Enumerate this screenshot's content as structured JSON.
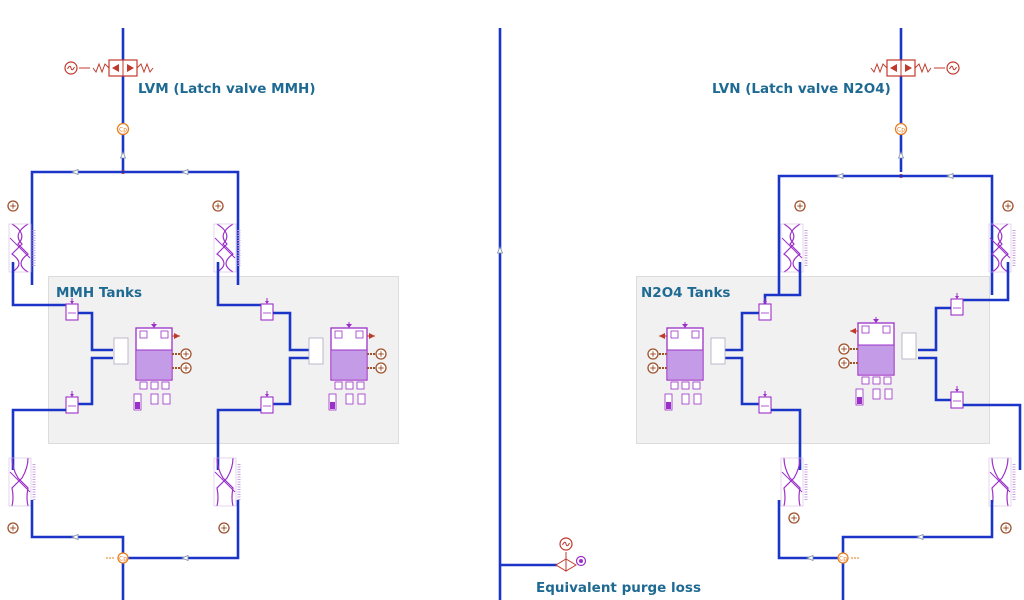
{
  "labels": {
    "lvm": "LVM (Latch valve MMH)",
    "lvn": "LVN (Latch valve N2O4)",
    "mmh_tanks": "MMH Tanks",
    "n2o4_tanks": "N2O4 Tanks",
    "purge": "Equivalent purge loss"
  },
  "colors": {
    "pipe": "#1a35c8",
    "valve": "#c0392b",
    "tank": "#9b30c8",
    "tank_fill": "#c49be6",
    "port": "#e67e22",
    "gauge": "#a0522d",
    "panel": "#f1f1f1"
  }
}
